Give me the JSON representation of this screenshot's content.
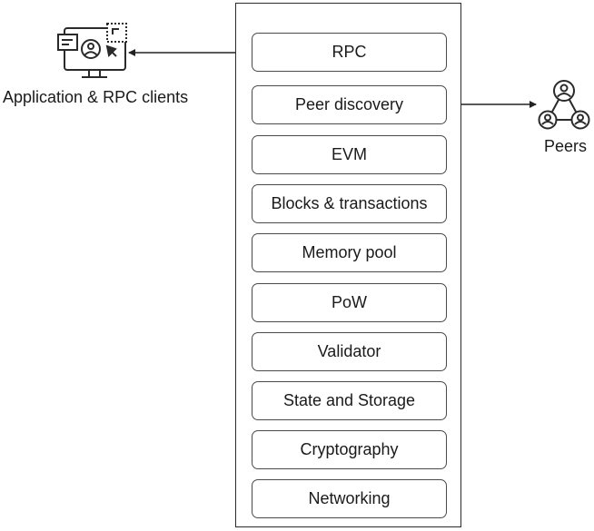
{
  "diagram": {
    "layers": [
      {
        "label": "RPC"
      },
      {
        "label": "Peer discovery"
      },
      {
        "label": "EVM"
      },
      {
        "label": "Blocks & transactions"
      },
      {
        "label": "Memory pool"
      },
      {
        "label": "PoW"
      },
      {
        "label": "Validator"
      },
      {
        "label": "State and Storage"
      },
      {
        "label": "Cryptography"
      },
      {
        "label": "Networking"
      }
    ],
    "clients": {
      "label": "Application & RPC clients",
      "icon": "computer-user-icon"
    },
    "peers": {
      "label": "Peers",
      "icon": "peers-network-icon"
    }
  }
}
